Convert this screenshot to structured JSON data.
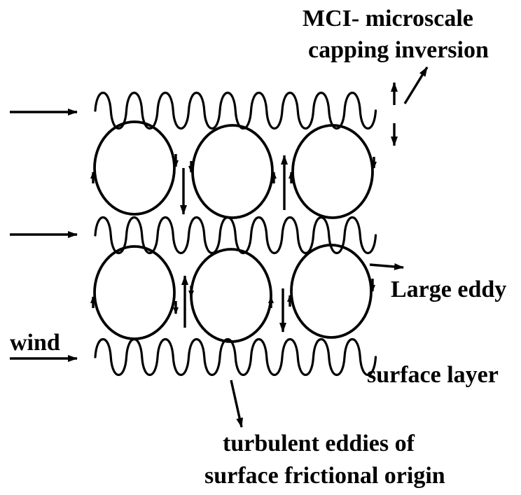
{
  "diagram": {
    "labels": {
      "mci_line1": "MCI- microscale",
      "mci_line2": "capping inversion",
      "large_eddy": "Large eddy",
      "wind": "wind",
      "surface_layer": "surface layer",
      "turbulent_line1": "turbulent eddies of",
      "turbulent_line2": "surface frictional origin"
    }
  }
}
